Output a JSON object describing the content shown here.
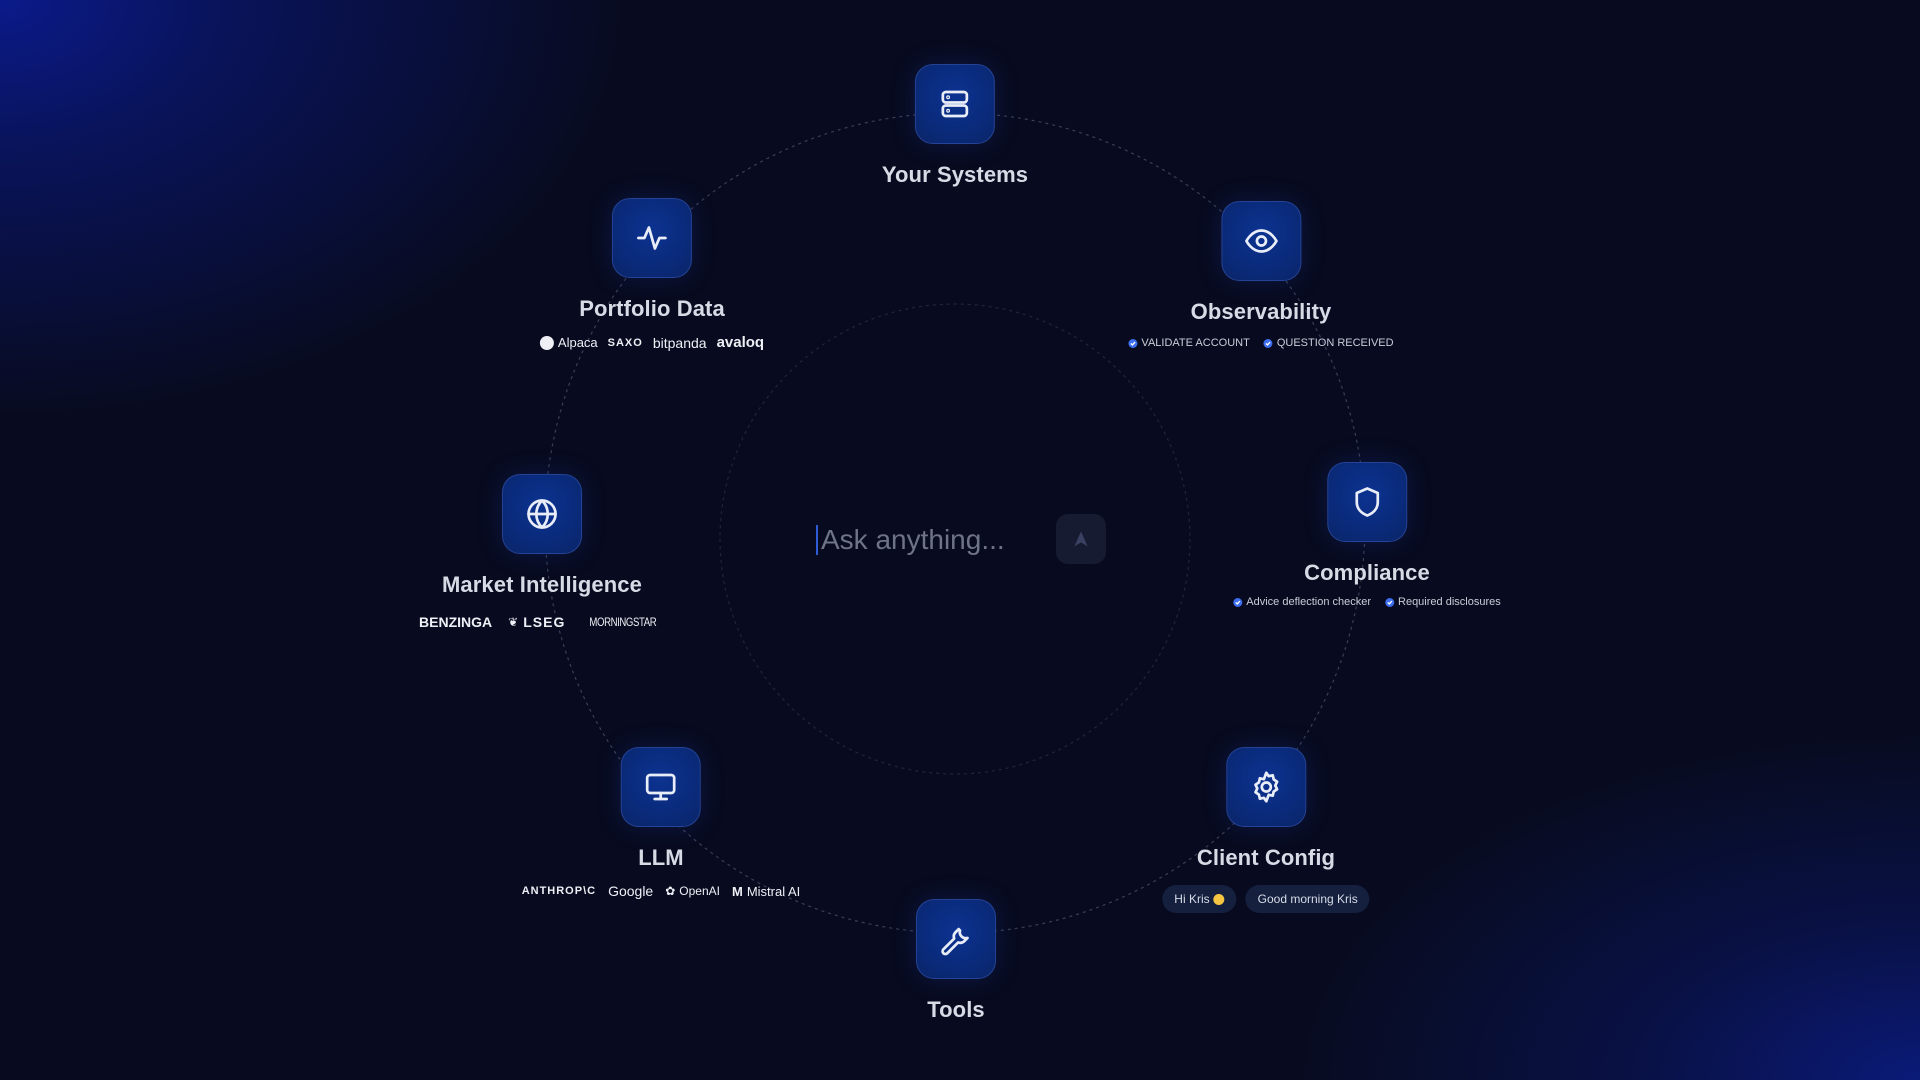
{
  "colors": {
    "background": "#080b1f",
    "accent_blue": "#0a2a7a",
    "check_blue": "#3e6ef0",
    "label_text": "#d7dbe6",
    "placeholder_text": "#6e7385"
  },
  "center": {
    "input_placeholder": "Ask anything...",
    "send_icon": "send-arrow-icon"
  },
  "nodes": {
    "your_systems": {
      "label": "Your Systems",
      "icon": "server-icon"
    },
    "portfolio_data": {
      "label": "Portfolio Data",
      "icon": "activity-pulse-icon",
      "logos": [
        "Alpaca",
        "SAXO",
        "bitpanda",
        "avaloq"
      ]
    },
    "observability": {
      "label": "Observability",
      "icon": "eye-icon",
      "tags": [
        "VALIDATE ACCOUNT",
        "QUESTION RECEIVED"
      ]
    },
    "market_intelligence": {
      "label": "Market Intelligence",
      "icon": "globe-icon",
      "logos": [
        "BENZINGA",
        "LSEG",
        "MORNINGSTAR"
      ]
    },
    "compliance": {
      "label": "Compliance",
      "icon": "shield-icon",
      "tags": [
        "Advice deflection checker",
        "Required disclosures"
      ]
    },
    "llm": {
      "label": "LLM",
      "icon": "monitor-icon",
      "logos": [
        "ANTHROP\\C",
        "Google",
        "OpenAI",
        "Mistral AI"
      ]
    },
    "client_config": {
      "label": "Client Config",
      "icon": "gear-icon",
      "chips": [
        "Hi Kris",
        "Good morning Kris"
      ]
    },
    "tools": {
      "label": "Tools",
      "icon": "wrench-icon"
    }
  }
}
